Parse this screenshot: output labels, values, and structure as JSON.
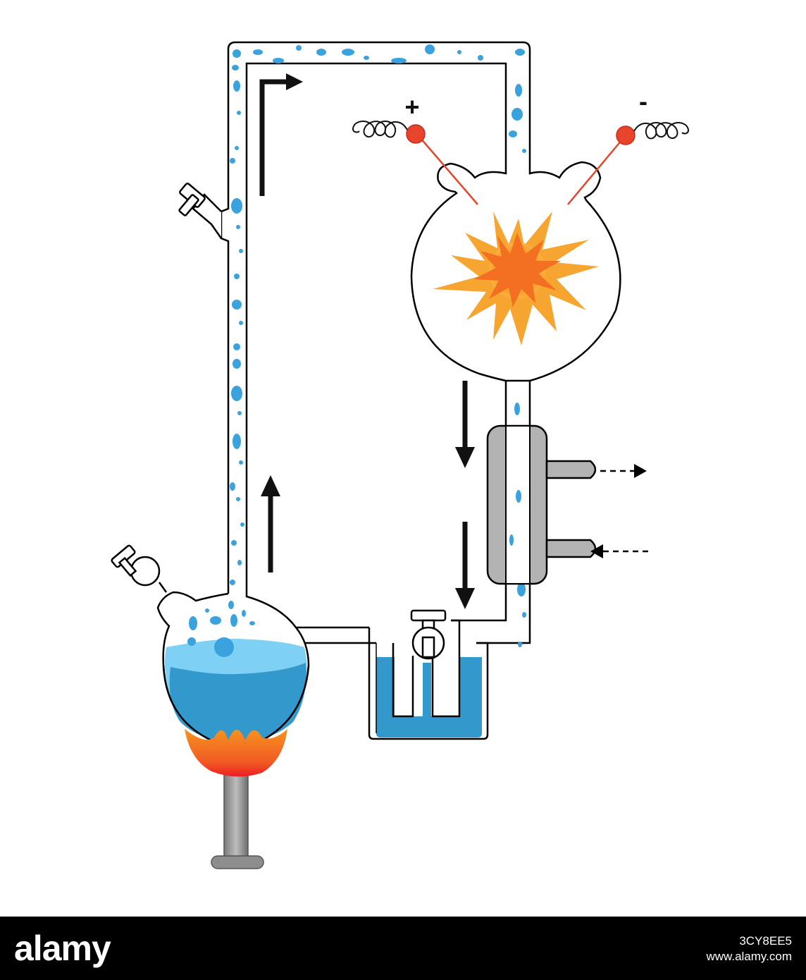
{
  "diagram": {
    "electrode_positive_sign": "+",
    "electrode_negative_sign": "-"
  },
  "footer": {
    "logo_text": "alamy",
    "image_id": "3CY8EE5",
    "site": "www.alamy.com"
  },
  "colors": {
    "water": "#3399cc",
    "water_light": "#7fd0f5",
    "bubble": "#3aa3dd",
    "spark_outer": "#f7a531",
    "spark_inner": "#f36f21",
    "flame": "#f47c30",
    "electrode": "#e8442c",
    "condenser": "#b3b3b3",
    "glass_outline": "#000000"
  },
  "icons": [
    "spark-icon",
    "flame-icon",
    "stopcock-icon",
    "electrode-icon",
    "arrow-icon"
  ]
}
